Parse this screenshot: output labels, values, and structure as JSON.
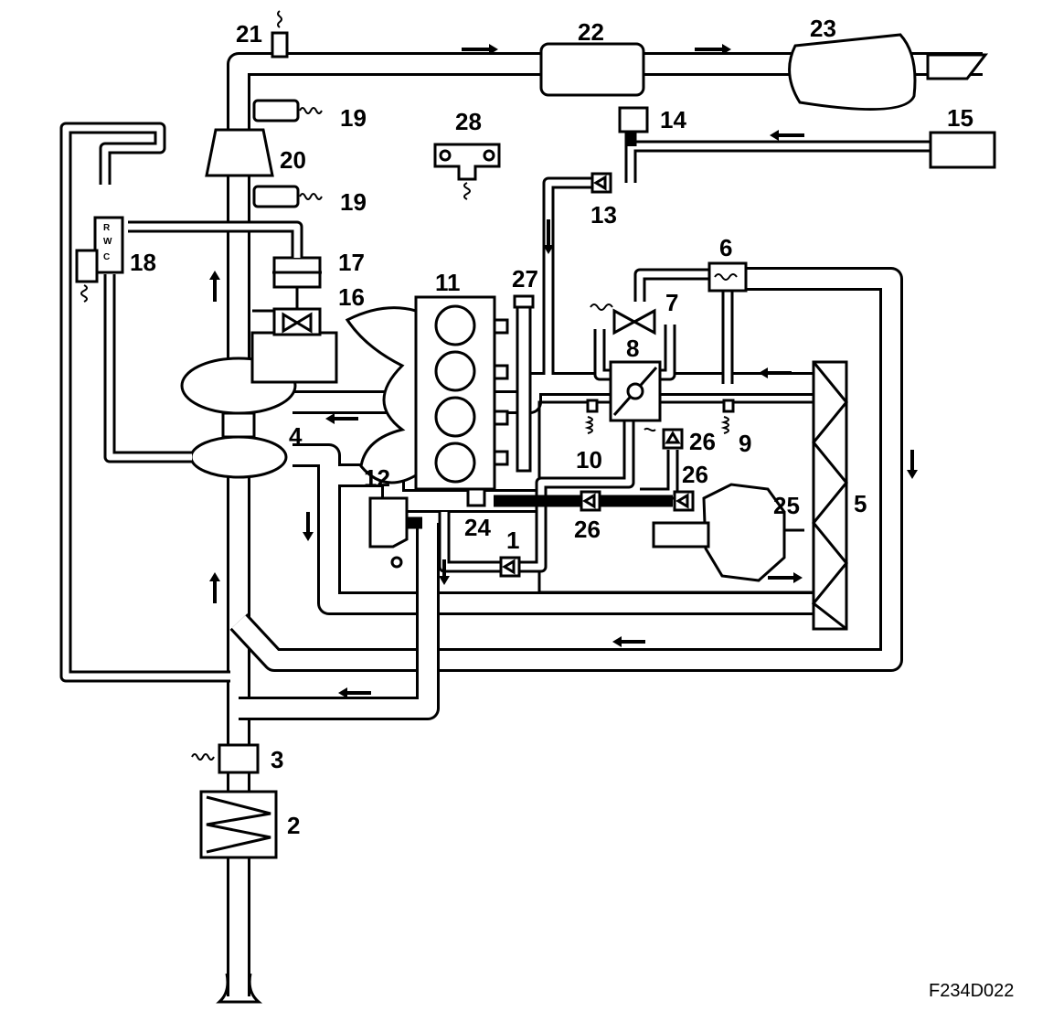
{
  "figure_code": "F234D022",
  "valve_letters": [
    "R",
    "W",
    "C"
  ],
  "labels": {
    "l1": "1",
    "l2": "2",
    "l3": "3",
    "l4": "4",
    "l5": "5",
    "l6": "6",
    "l7": "7",
    "l8": "8",
    "l9": "9",
    "l10": "10",
    "l11": "11",
    "l12": "12",
    "l13": "13",
    "l14": "14",
    "l15": "15",
    "l16": "16",
    "l17": "17",
    "l18": "18",
    "l19a": "19",
    "l19b": "19",
    "l20": "20",
    "l21": "21",
    "l22": "22",
    "l23": "23",
    "l24": "24",
    "l25": "25",
    "l26a": "26",
    "l26b": "26",
    "l26c": "26",
    "l27": "27",
    "l28": "28"
  }
}
